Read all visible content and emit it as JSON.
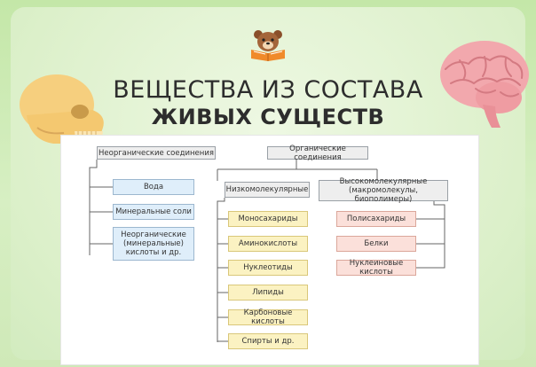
{
  "title": {
    "line1": "ВЕЩЕСТВА ИЗ СОСТАВА",
    "line2": "ЖИВЫХ СУЩЕСТВ"
  },
  "diagram": {
    "inorganic": {
      "header": "Неорганические соединения",
      "items": [
        "Вода",
        "Минеральные соли",
        "Неорганические (минеральные) кислоты и др."
      ]
    },
    "organic": {
      "header": "Органические соединения",
      "low_molecular": {
        "header": "Низкомолекулярные",
        "items": [
          "Моносахариды",
          "Аминокислоты",
          "Нуклеотиды",
          "Липиды",
          "Карбоновые кислоты",
          "Спирты и др."
        ]
      },
      "high_molecular": {
        "header": "Высокомолекулярные (макромолекулы, биополимеры)",
        "items": [
          "Полисахариды",
          "Белки",
          "Нуклеиновые кислоты"
        ]
      }
    }
  },
  "colors": {
    "background": "#d7efc3",
    "inorganic_items": "#dfeefa",
    "low_molecular_items": "#fbf2c2",
    "high_molecular_items": "#fbe0da",
    "headers": "#eeeeee"
  },
  "icons": {
    "logo": "bear-reading-book-icon",
    "left_decoration": "skull-icon",
    "right_decoration": "brain-icon"
  }
}
